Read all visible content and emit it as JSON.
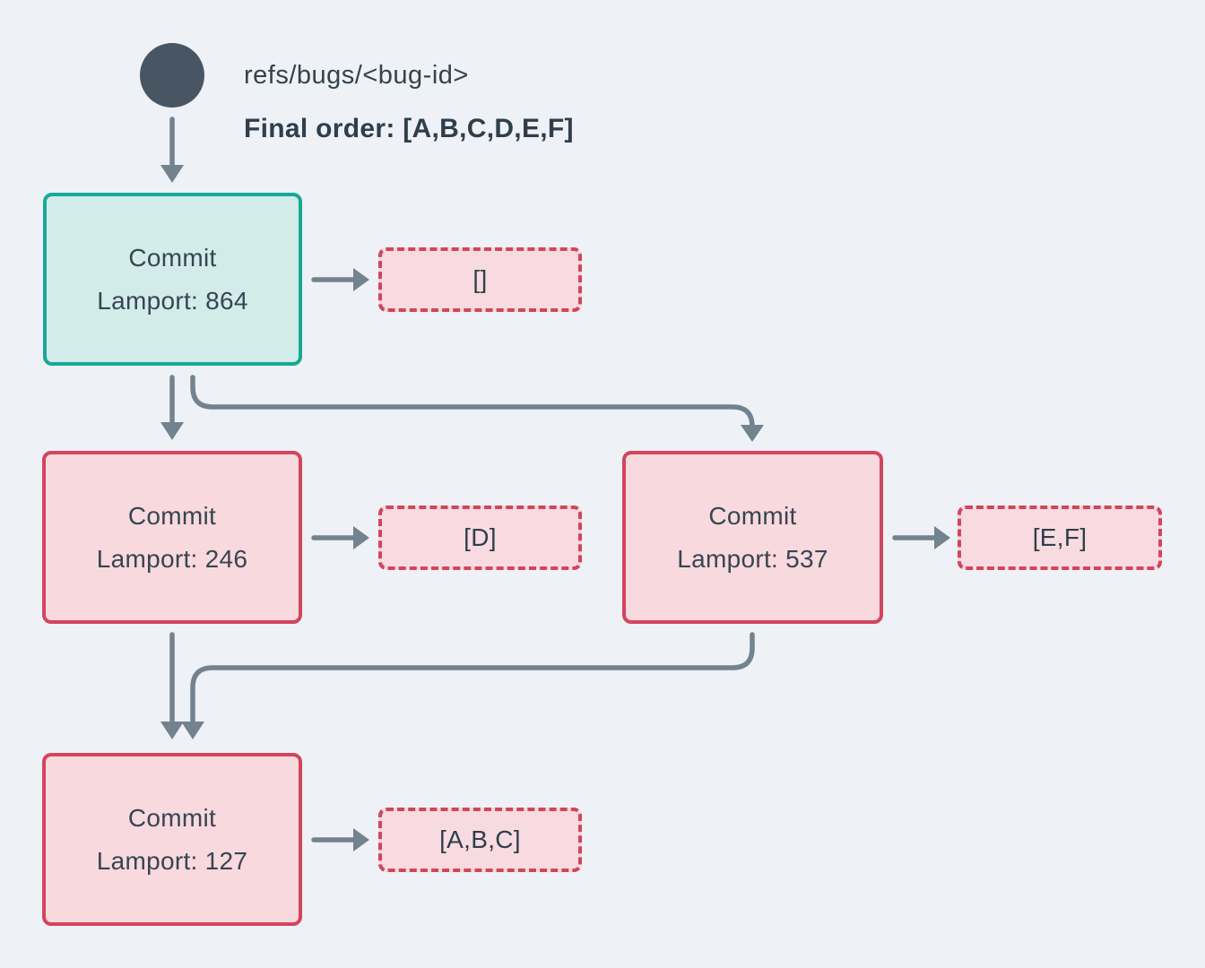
{
  "header": {
    "ref_label": "refs/bugs/<bug-id>",
    "final_order_label": "Final order: [A,B,C,D,E,F]"
  },
  "nodes": {
    "root": {
      "title": "Commit",
      "lamport_label": "Lamport: 864",
      "operations": "[]"
    },
    "left": {
      "title": "Commit",
      "lamport_label": "Lamport: 246",
      "operations": "[D]"
    },
    "right": {
      "title": "Commit",
      "lamport_label": "Lamport: 537",
      "operations": "[E,F]"
    },
    "merge": {
      "title": "Commit",
      "lamport_label": "Lamport: 127",
      "operations": "[A,B,C]"
    }
  },
  "edges": [
    {
      "from": "refs/bugs/<bug-id>",
      "to": "Commit Lamport: 864"
    },
    {
      "from": "Commit Lamport: 864",
      "to": "[]"
    },
    {
      "from": "Commit Lamport: 864",
      "to": "Commit Lamport: 246"
    },
    {
      "from": "Commit Lamport: 864",
      "to": "Commit Lamport: 537"
    },
    {
      "from": "Commit Lamport: 246",
      "to": "[D]"
    },
    {
      "from": "Commit Lamport: 537",
      "to": "[E,F]"
    },
    {
      "from": "Commit Lamport: 246",
      "to": "Commit Lamport: 127"
    },
    {
      "from": "Commit Lamport: 537",
      "to": "Commit Lamport: 127"
    },
    {
      "from": "Commit Lamport: 127",
      "to": "[A,B,C]"
    }
  ],
  "colors": {
    "background": "#eef1f5",
    "green_node_border": "#17a996",
    "green_node_fill": "#d2ecea",
    "red_node_border": "#d2455e",
    "pink_node_fill": "#f8d9de",
    "dashed_ops_border": "#d2455a",
    "edge_arrow": "#73828f",
    "text_slate": "#374552",
    "ref_circle": "#485664"
  }
}
